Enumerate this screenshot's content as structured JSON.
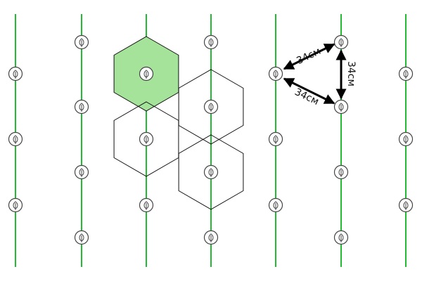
{
  "labels": {
    "top": "34см",
    "right": "34см",
    "bottom": "34см"
  },
  "colors": {
    "row_line": "#22bb33",
    "hex_fill": "#a6e39a",
    "hex_stroke": "#111111",
    "plant_stroke": "#444444",
    "plant_fill": "#ffffff",
    "arrow": "#000000"
  },
  "icons": {
    "plant": "seedling-icon"
  }
}
